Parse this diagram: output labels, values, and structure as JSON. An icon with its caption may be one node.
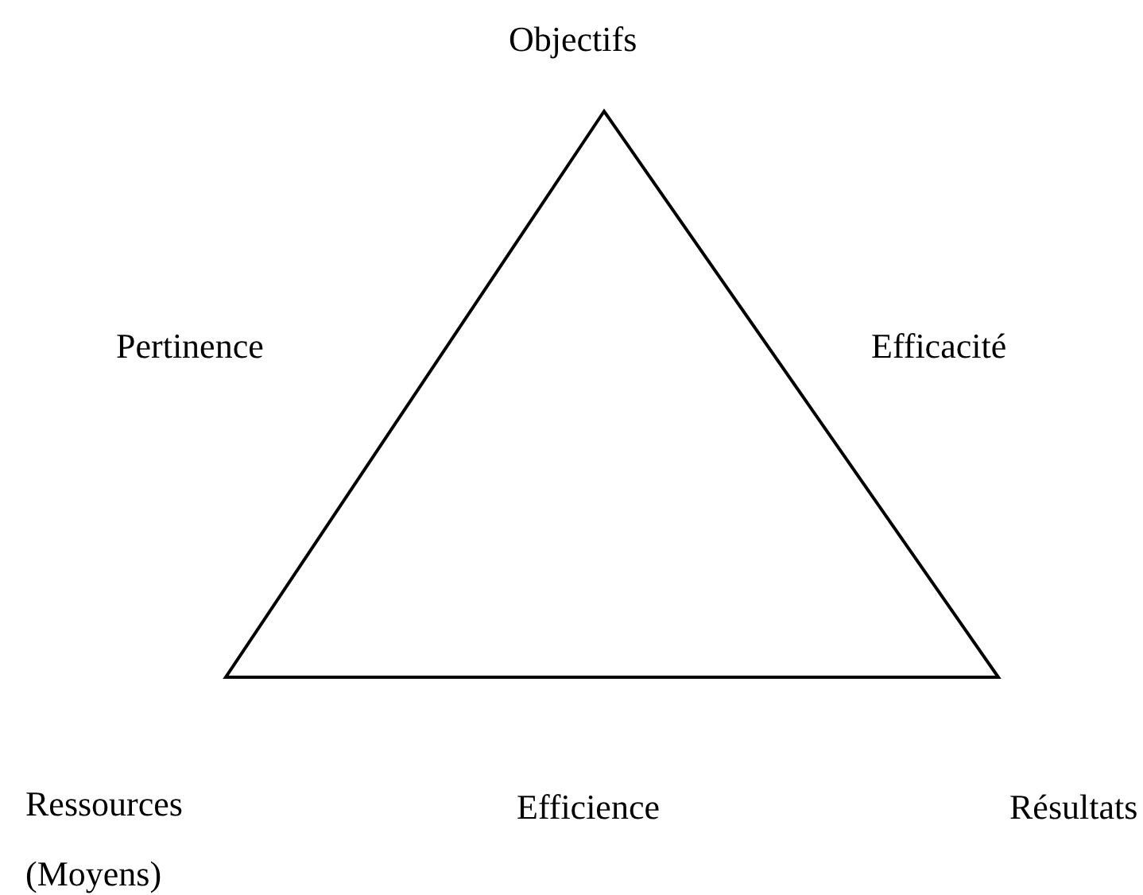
{
  "diagram": {
    "nodes": [
      {
        "text": [],
        "shape": "triangle"
      }
    ],
    "labels": [
      "Objectifs",
      "Pertinence",
      "Efficacité",
      "Ressources (Moyens)",
      "Efficience",
      "Résultats"
    ]
  }
}
